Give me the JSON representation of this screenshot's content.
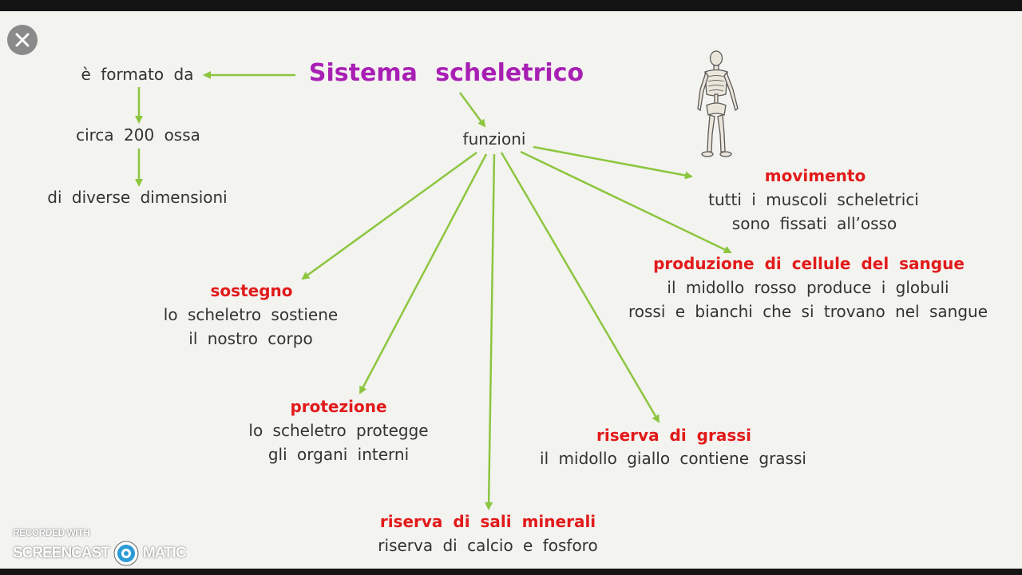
{
  "title": "Sistema scheletrico",
  "left_chain": {
    "formed_by": "è formato da",
    "count": "circa 200 ossa",
    "sizes": "di diverse dimensioni"
  },
  "functions_label": "funzioni",
  "functions": {
    "movimento": {
      "heading": "movimento",
      "line1": "tutti i muscoli scheletrici",
      "line2": "sono fissati all’osso"
    },
    "produzione": {
      "heading": "produzione di cellule del sangue",
      "line1": "il midollo rosso produce i globuli",
      "line2": "rossi e bianchi che si trovano nel sangue"
    },
    "sostegno": {
      "heading": "sostegno",
      "line1": "lo scheletro sostiene",
      "line2": "il nostro corpo"
    },
    "protezione": {
      "heading": "protezione",
      "line1": "lo scheletro protegge",
      "line2": "gli organi interni"
    },
    "grassi": {
      "heading": "riserva di grassi",
      "line1": "il midollo giallo contiene grassi"
    },
    "sali": {
      "heading": "riserva di sali minerali",
      "line1": "riserva di calcio e fosforo"
    }
  },
  "watermark": {
    "small": "RECORDED WITH",
    "left": "SCREENCAST",
    "right": "MATIC"
  },
  "colors": {
    "title": "#a81fb4",
    "heading": "#e21a1a",
    "arrow": "#8cc63f",
    "text": "#333333"
  },
  "icons": {
    "close": "close-icon",
    "skeleton": "skeleton-image"
  }
}
